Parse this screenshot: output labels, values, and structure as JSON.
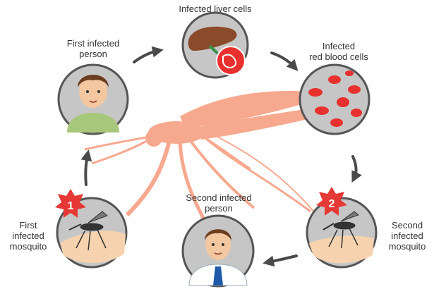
{
  "labels": {
    "liver": "Infected liver cells",
    "rbc": [
      "Infected",
      "red blood cells"
    ],
    "first_person": [
      "First infected",
      "person"
    ],
    "second_person": [
      "Second infected",
      "person"
    ],
    "first_mosquito": [
      "First",
      "infected",
      "mosquito"
    ],
    "second_mosquito": [
      "Second",
      "infected",
      "mosquito"
    ]
  },
  "badges": {
    "first": "1",
    "second": "2"
  },
  "colors": {
    "circle_fill": "#c6c6c6",
    "circle_stroke": "#555555",
    "arrow": "#4a4a4a",
    "mosquito_silhouette": "#f7a98f",
    "badge": "#e53935",
    "blood": "#e8312e",
    "skin": "#f6d3ae"
  },
  "icons": {
    "first_person": "boy-avatar",
    "second_person": "man-in-suit-avatar",
    "liver": "liver-with-cell-icon",
    "blood": "red-blood-cells-icon",
    "mosquito": "mosquito-icon"
  }
}
